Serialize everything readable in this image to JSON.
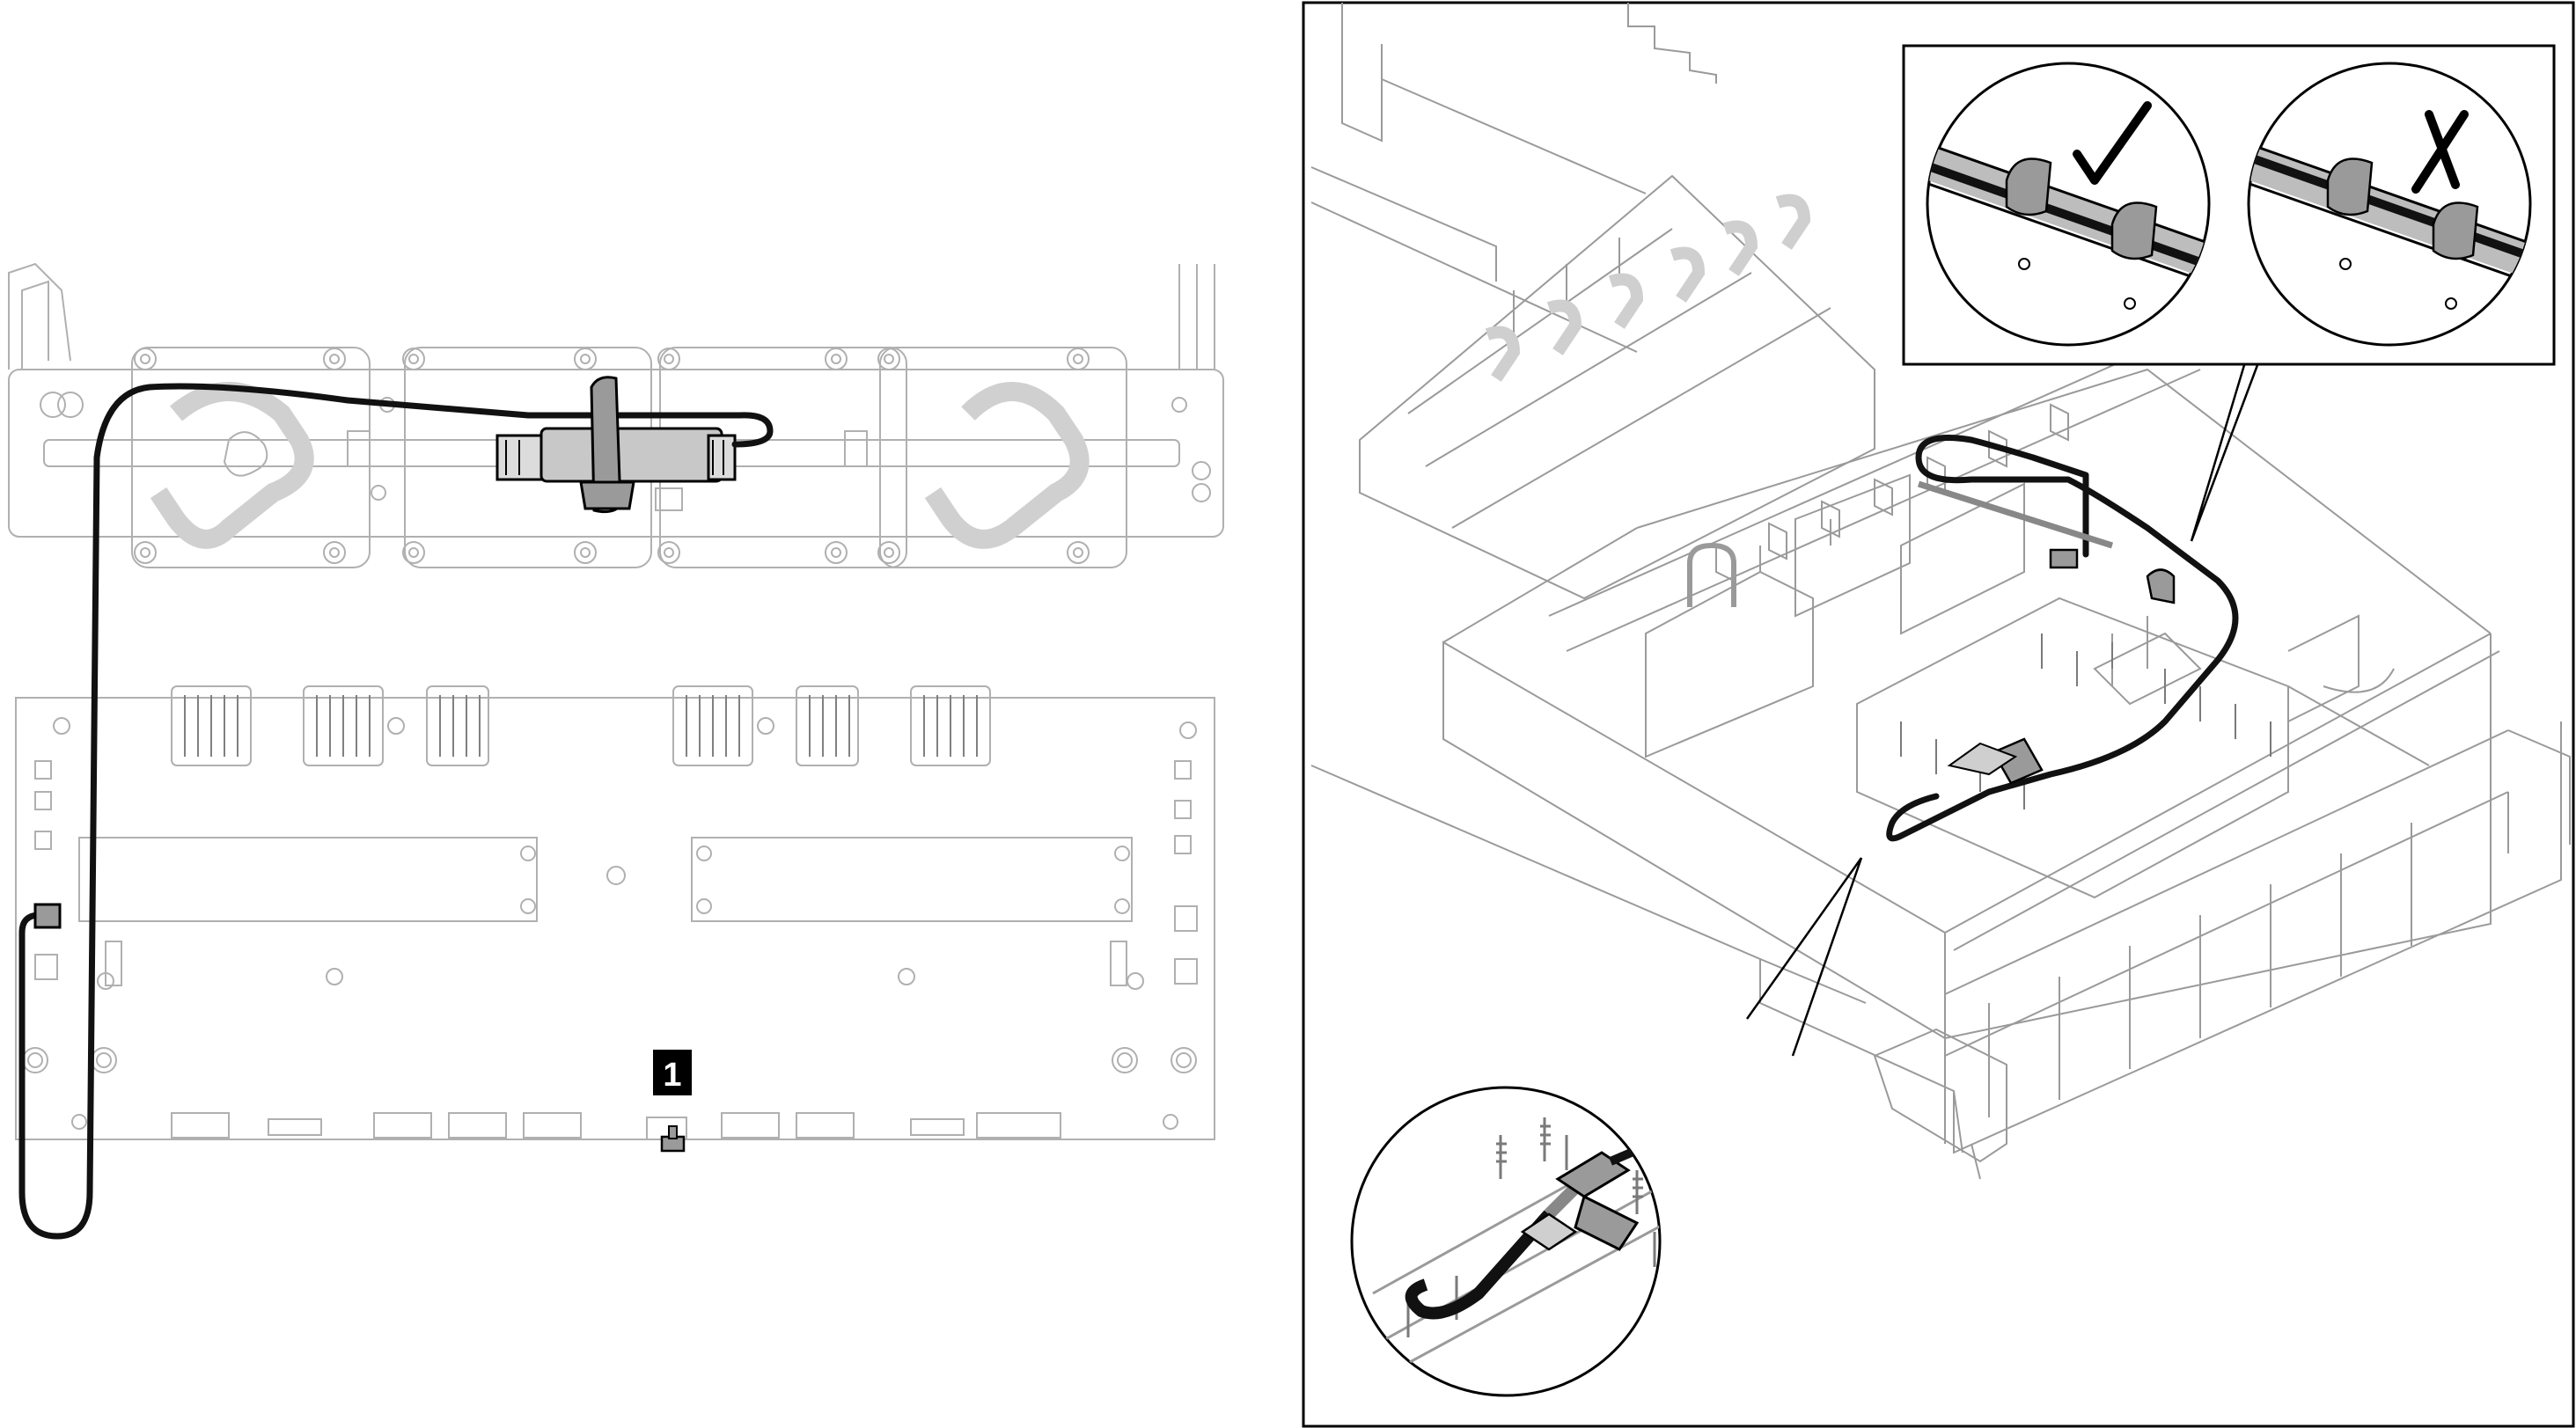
{
  "callouts": [
    {
      "id": "1",
      "label": "1"
    }
  ],
  "insets": {
    "correct_routing": {
      "mark": "check-mark"
    },
    "incorrect_routing": {
      "mark": "x-mark"
    }
  },
  "colors": {
    "line": "#000000",
    "faint_line": "#b0b0b0",
    "cable": "#111111",
    "clip": "#9a9a9a",
    "clip_light": "#cfcfcf",
    "callout_bg": "#000000",
    "callout_text": "#ffffff"
  }
}
